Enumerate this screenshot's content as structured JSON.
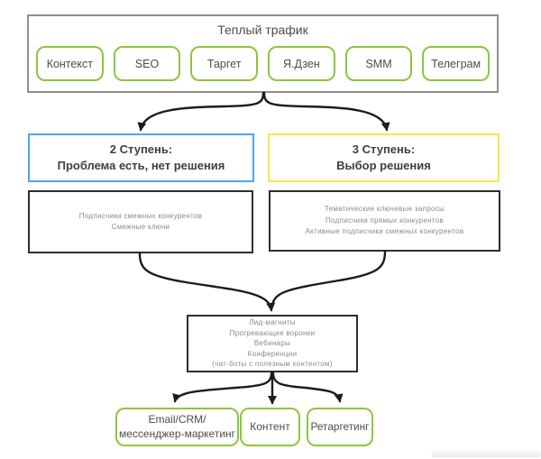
{
  "warm_traffic": {
    "title": "Теплый трафик",
    "channels": [
      "Контекст",
      "SEO",
      "Таргет",
      "Я.Дзен",
      "SMM",
      "Телеграм"
    ]
  },
  "stage2": {
    "lines": [
      "2 Ступень:",
      "Проблема есть, нет решения"
    ]
  },
  "stage3": {
    "lines": [
      "3 Ступень:",
      "Выбор решения"
    ]
  },
  "audience_left": {
    "lines": [
      "Подписчики смежных конкурентов",
      "Смежные ключи"
    ]
  },
  "audience_right": {
    "lines": [
      "Тематические ключевые запросы",
      "Подписчики  прямых конкурентов",
      "Активные подписчики смежных конкурентов"
    ]
  },
  "lead_magnets": {
    "lines": [
      "Лид-магниты",
      "Прогревающие воронки",
      "Вебинары",
      "Конференции",
      "(чат-боты с полезным контентом)"
    ]
  },
  "outputs": {
    "email": {
      "lines": [
        "Email/CRM/",
        "мессенджер-маркетинг"
      ]
    },
    "content": {
      "label": "Контент"
    },
    "retargeting": {
      "label": "Ретаргетинг"
    }
  },
  "colors": {
    "green_border": "#8dc63f",
    "blue_border": "#4aa7f0",
    "yellow_border": "#f7e84a",
    "gray_border": "#8f8f8f",
    "black_border": "#2e2e2e",
    "arrow": "#1c1c1c",
    "text_primary": "#4c4c4c",
    "text_secondary": "#8a8a8a"
  }
}
